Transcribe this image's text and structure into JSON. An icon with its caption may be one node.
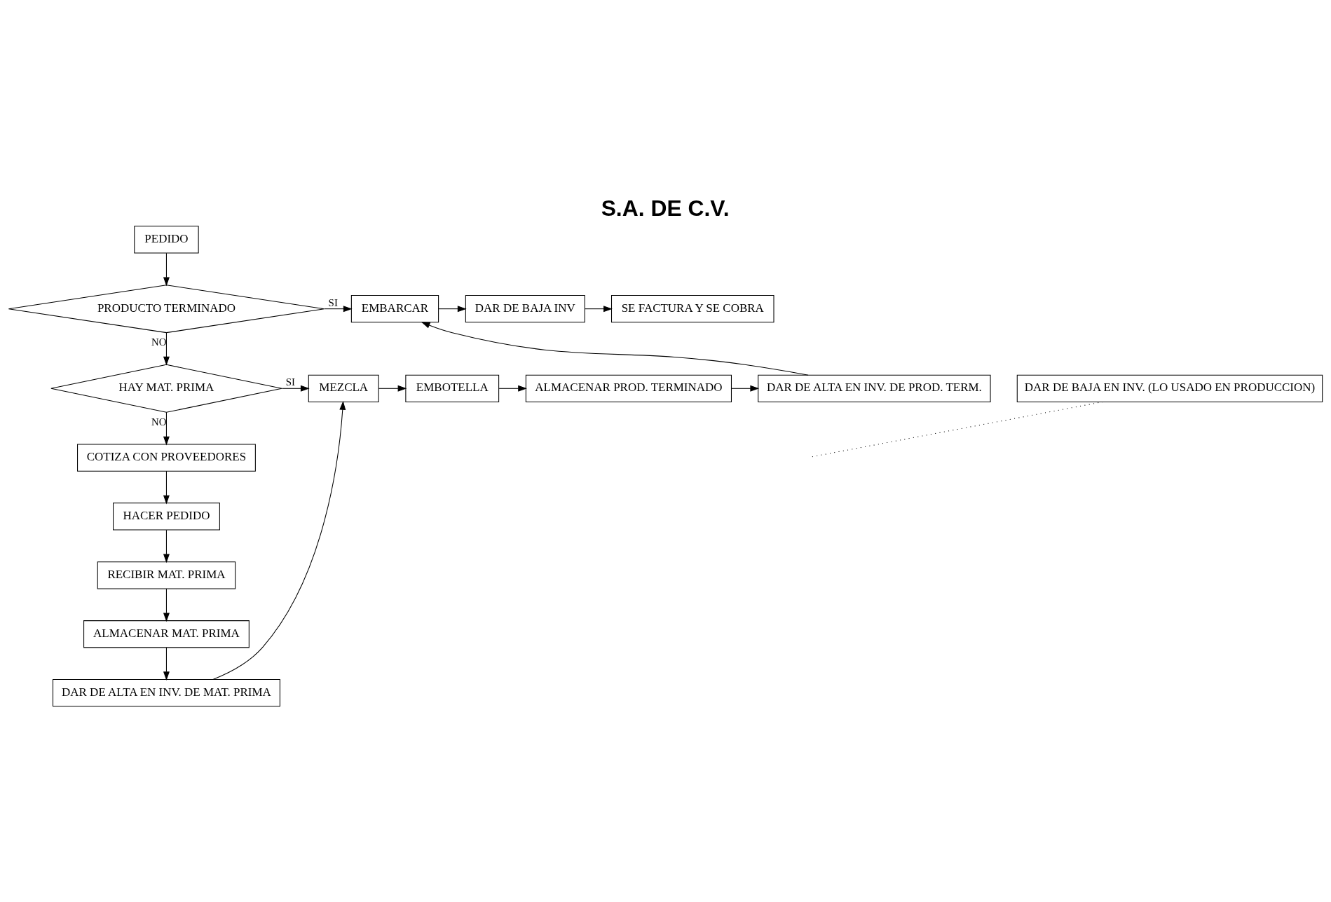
{
  "diagram": {
    "title": "S.A. DE C.V.",
    "nodes": [
      {
        "text": [
          "PEDIDO"
        ]
      },
      {
        "text": [
          "PRODUCTO TERMINADO"
        ]
      },
      {
        "text": [
          "EMBARCAR"
        ]
      },
      {
        "text": [
          "DAR DE BAJA INV"
        ]
      },
      {
        "text": [
          "SE FACTURA Y SE COBRA"
        ]
      },
      {
        "text": [
          "HAY MAT. PRIMA"
        ]
      },
      {
        "text": [
          "MEZCLA"
        ]
      },
      {
        "text": [
          "EMBOTELLA"
        ]
      },
      {
        "text": [
          "ALMACENAR PROD. TERMINADO"
        ]
      },
      {
        "text": [
          "DAR DE ALTA EN INV. DE PROD. TERM."
        ]
      },
      {
        "text": [
          "COTIZA CON PROVEEDORES"
        ]
      },
      {
        "text": [
          "HACER PEDIDO"
        ]
      },
      {
        "text": [
          "RECIBIR MAT. PRIMA"
        ]
      },
      {
        "text": [
          "ALMACENAR MAT. PRIMA"
        ]
      },
      {
        "text": [
          "DAR DE ALTA EN INV. DE MAT. PRIMA"
        ]
      },
      {
        "text": [
          "DAR DE BAJA EN INV. (LO USADO EN PRODUCCION)"
        ]
      }
    ],
    "edges": [
      {
        "from": 0,
        "to": 1,
        "arrow": "to"
      },
      {
        "from": 1,
        "to": 2,
        "arrow": "to",
        "label": "SI"
      },
      {
        "from": 2,
        "to": 3,
        "arrow": "to"
      },
      {
        "from": 3,
        "to": 4,
        "arrow": "to"
      },
      {
        "from": 1,
        "to": 5,
        "arrow": "to",
        "label": "NO"
      },
      {
        "from": 5,
        "to": 6,
        "arrow": "to",
        "label": "SI"
      },
      {
        "from": 6,
        "to": 7,
        "arrow": "to"
      },
      {
        "from": 7,
        "to": 8,
        "arrow": "to"
      },
      {
        "from": 8,
        "to": 9,
        "arrow": "to"
      },
      {
        "from": 9,
        "to": 2,
        "arrow": "to"
      },
      {
        "from": 5,
        "to": 10,
        "arrow": "to",
        "label": "NO"
      },
      {
        "from": 10,
        "to": 11,
        "arrow": "to"
      },
      {
        "from": 11,
        "to": 12,
        "arrow": "to"
      },
      {
        "from": 12,
        "to": 13,
        "arrow": "to"
      },
      {
        "from": 13,
        "to": 14,
        "arrow": "to"
      },
      {
        "from": 14,
        "to": 6,
        "arrow": "to"
      },
      {
        "from": 15,
        "to": null,
        "arrow": "none",
        "style": "dashed"
      }
    ]
  }
}
